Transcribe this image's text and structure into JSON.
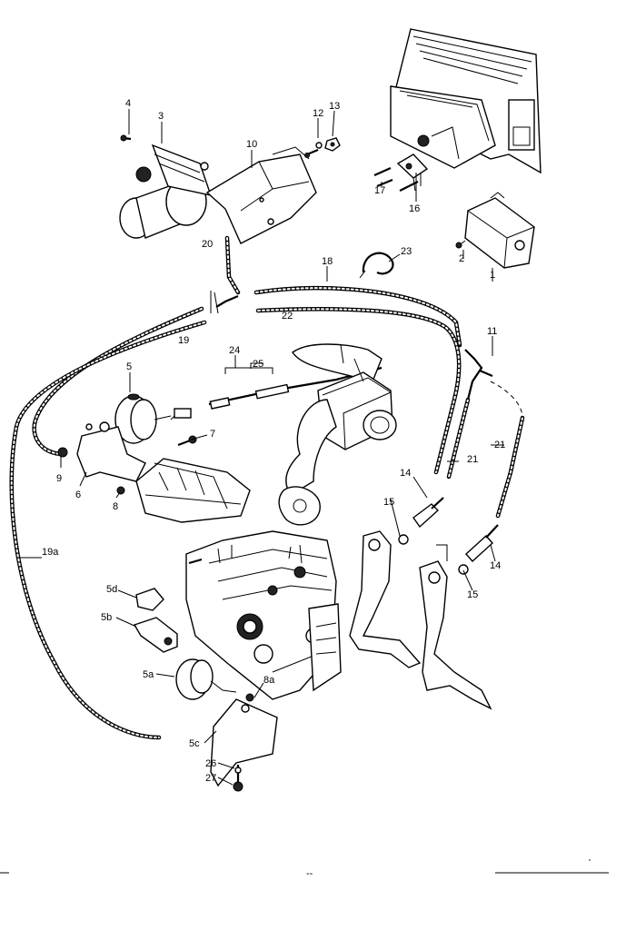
{
  "callouts": {
    "c1": "1",
    "c2": "2",
    "c3": "3",
    "c4": "4",
    "c5": "5",
    "c5a": "5a",
    "c5b": "5b",
    "c5c": "5c",
    "c5d": "5d",
    "c6": "6",
    "c7": "7",
    "c8": "8",
    "c8a": "8a",
    "c9": "9",
    "c10": "10",
    "c11": "11",
    "c12": "12",
    "c13": "13",
    "c14a": "14",
    "c14b": "14",
    "c15a": "15",
    "c15b": "15",
    "c16": "16",
    "c17": "17",
    "c18": "18",
    "c19": "19",
    "c19a": "19a",
    "c20": "20",
    "c21a": "21",
    "c21b": "21",
    "c22": "22",
    "c23": "23",
    "c24": "24",
    "c25": "25",
    "c26": "26",
    "c27": "27"
  },
  "footer": {
    "center_mark": "--"
  }
}
